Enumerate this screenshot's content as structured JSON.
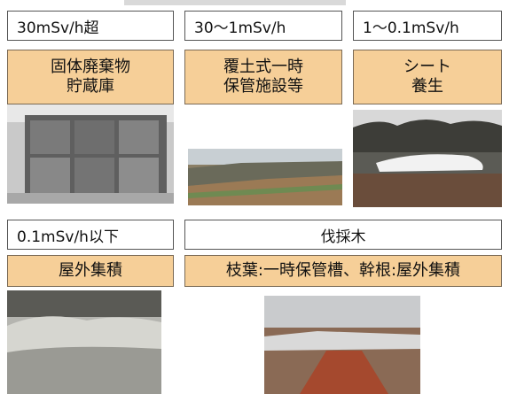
{
  "header_strip": "",
  "cards": [
    {
      "range": "30mSv/h超",
      "method_line1": "固体廃棄物",
      "method_line2": "貯蔵庫",
      "photo": "storage-building-photo"
    },
    {
      "range": "30〜1mSv/h",
      "method_line1": "覆土式一時",
      "method_line2": "保管施設等",
      "photo": "soil-covered-storage-photo"
    },
    {
      "range": "1〜0.1mSv/h",
      "method_line1": "シート",
      "method_line2": "養生",
      "photo": "sheet-covered-pile-photo"
    },
    {
      "range": "0.1mSv/h以下",
      "method": "屋外集積",
      "photo": "outdoor-pile-photo"
    }
  ],
  "trees": {
    "title": "伐採木",
    "method": "枝葉:一時保管槽、幹根:屋外集積",
    "photo": "tree-storage-photo"
  }
}
